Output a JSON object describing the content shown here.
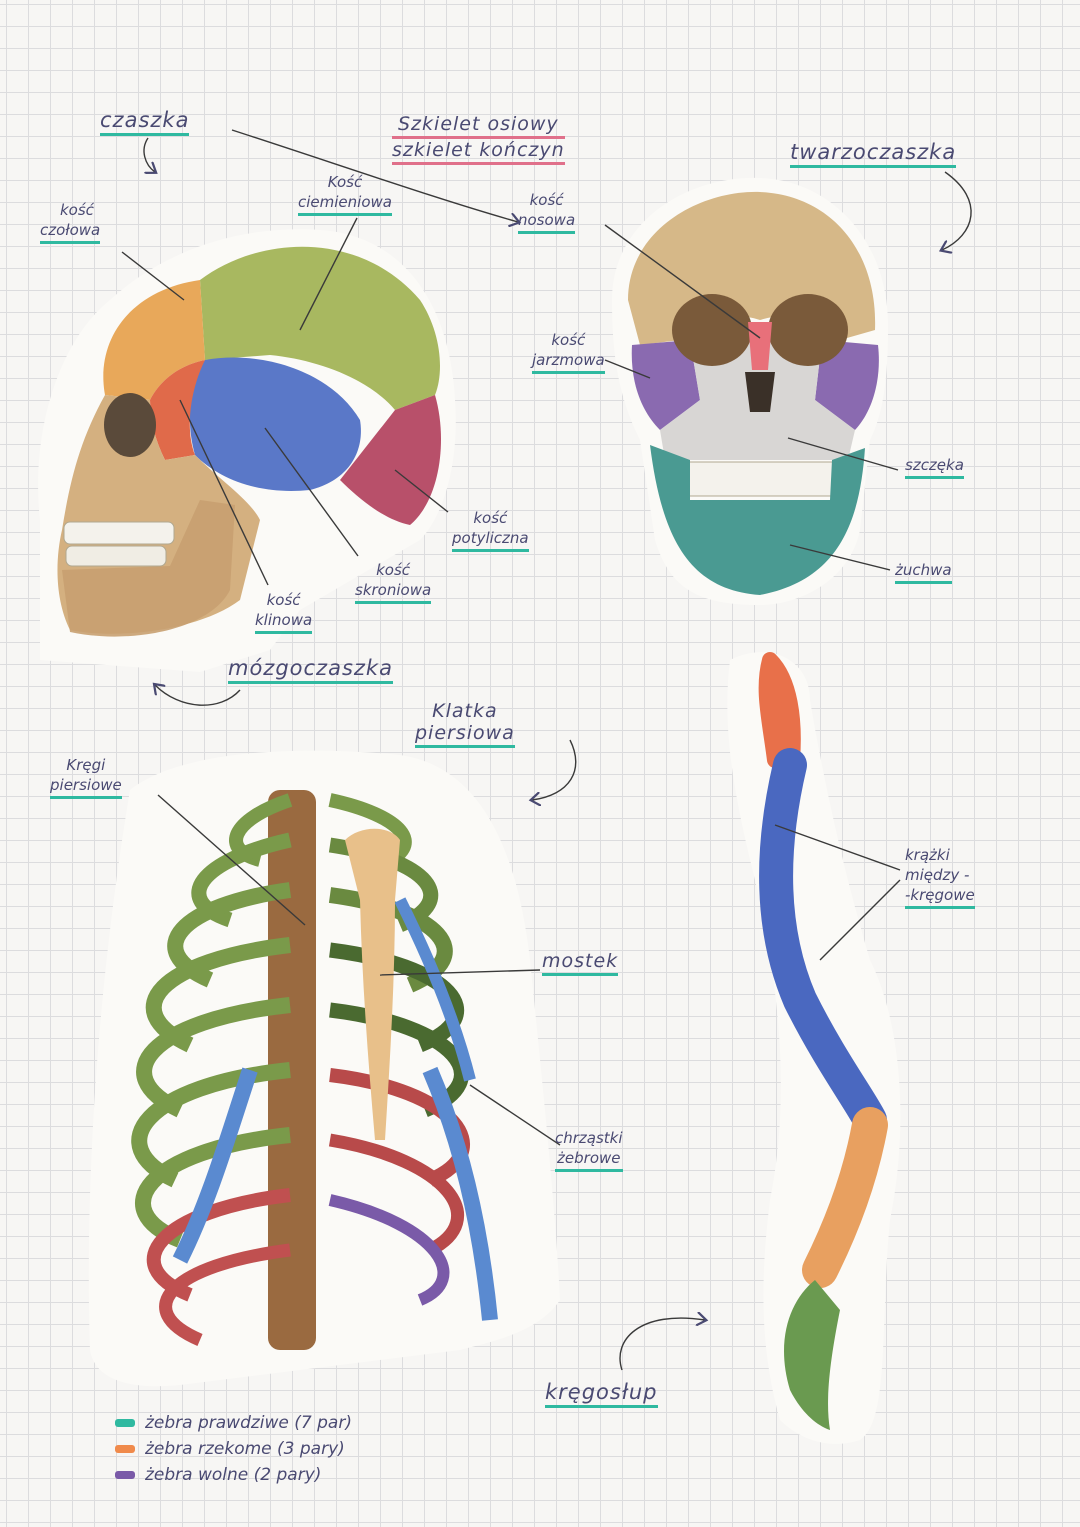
{
  "titles": {
    "axial": [
      "Szkielet osiowy",
      "szkielet kończyn"
    ]
  },
  "labels": {
    "czaszka": "czaszka",
    "twarzoczaszka": "twarzoczaszka",
    "mozgoczaszka": "mózgoczaszka",
    "klatka": [
      "Klatka",
      "piersiowa"
    ],
    "kregoslup": "kręgosłup",
    "kosc_czolowa": [
      "kość",
      "czołowa"
    ],
    "kosc_ciemieniowa": [
      "Kość",
      "ciemieniowa"
    ],
    "kosc_potyliczna": [
      "kość",
      "potyliczna"
    ],
    "kosc_skroniowa": [
      "kość",
      "skroniowa"
    ],
    "kosc_klinowa": [
      "kość",
      "klinowa"
    ],
    "kosc_nosowa": [
      "kość",
      "nosowa"
    ],
    "kosc_jarzmowa": [
      "kość",
      "jarzmowa"
    ],
    "szczeka": "szczęka",
    "zuchwa": "żuchwa",
    "kregi_piersiowe": [
      "Kręgi",
      "piersiowe"
    ],
    "mostek": "mostek",
    "chrzastki": [
      "chrząstki",
      "żebrowe"
    ],
    "krazki": [
      "krążki",
      "między -",
      "-kręgowe"
    ]
  },
  "legend": [
    {
      "text": "żebra prawdziwe (7 par)",
      "color": "#2fb9a0"
    },
    {
      "text": "żebra rzekome (3 pary)",
      "color": "#f08a4b"
    },
    {
      "text": "żebra wolne (2 pary)",
      "color": "#7a5aa8"
    }
  ],
  "colors": {
    "ink": "#4a4a72",
    "highlighter": "#2fb9a0",
    "frontal": "#e8a85a",
    "parietal": "#a8b860",
    "occipital": "#b8506a",
    "temporal": "#5a78c8",
    "sphenoid": "#e06a4a",
    "zygomatic": "#8a6ab0",
    "nasal": "#e8707a",
    "mandible": "#4a9a92",
    "rib_green": "#7a9a4a",
    "rib_red": "#b84a4a",
    "cartilage": "#5a8ad0",
    "sternum": "#e8c08a",
    "cervical": "#e8704a",
    "thoracic": "#4a68c0",
    "lumbar": "#e8a060",
    "sacrum": "#6a9a50"
  }
}
